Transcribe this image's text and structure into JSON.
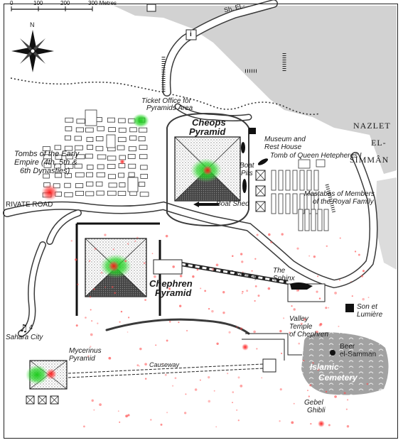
{
  "scale": {
    "ticks": [
      "0",
      "100",
      "200",
      "300 Metres"
    ]
  },
  "compass": {
    "north_label": "N"
  },
  "roads": {
    "top_road": "Sh. EL-",
    "private_road": "RIVATE ROAD"
  },
  "info_symbol": "i",
  "labels": {
    "nazlet_line1": "NAZLET",
    "nazlet_line2": "EL-",
    "nazlet_line3": "SIMMÂN",
    "ticket_line1": "Ticket Office for",
    "ticket_line2": "Pyramids Area",
    "cheops_line1": "Cheops",
    "cheops_line2": "Pyramid",
    "museum_line1": "Museum and",
    "museum_line2": "Rest House",
    "hetepheres": "Tomb of Queen Hetepheres I",
    "boat_pits_line1": "Boat",
    "boat_pits_line2": "Pits",
    "boat_shed": "Boat Shed",
    "mastabas_line1": "Mastabas of Members",
    "mastabas_line2": "of the Royal Family",
    "tombs_line1": "Tombs of the Early",
    "tombs_line2": "Empire (4th, 5th &",
    "tombs_line3": "6th Dynasties)",
    "chephren_line1": "Chephren",
    "chephren_line2": "Pyramid",
    "causeway_upper": "Causeway",
    "sphinx_line1": "The",
    "sphinx_line2": "Sphinx",
    "son_line1": "Son et",
    "son_line2": "Lumière",
    "valley_line1": "Valley",
    "valley_line2": "Temple",
    "valley_line3": "of Chephren",
    "sahara_number": "4",
    "sahara": "Sahara City",
    "mycerinus_line1": "Mycerinus",
    "mycerinus_line2": "Pyramid",
    "causeway_lower": "Causeway",
    "beer_line1": "Beer",
    "beer_line2": "el-Samman",
    "islamic_line1": "Islamic",
    "islamic_line2": "Cemetery",
    "gebel_line1": "Gebel",
    "gebel_line2": "Ghibli"
  },
  "colors": {
    "urban_gray": "#d2d2d2",
    "road_fill": "#ffffff",
    "road_edge": "#3a3a3a",
    "building": "#ffffff",
    "ink": "#1a1a1a",
    "heat_green": "#1fd01f",
    "heat_red": "#ff2020",
    "cemetery_gray": "#9a9a9a"
  }
}
